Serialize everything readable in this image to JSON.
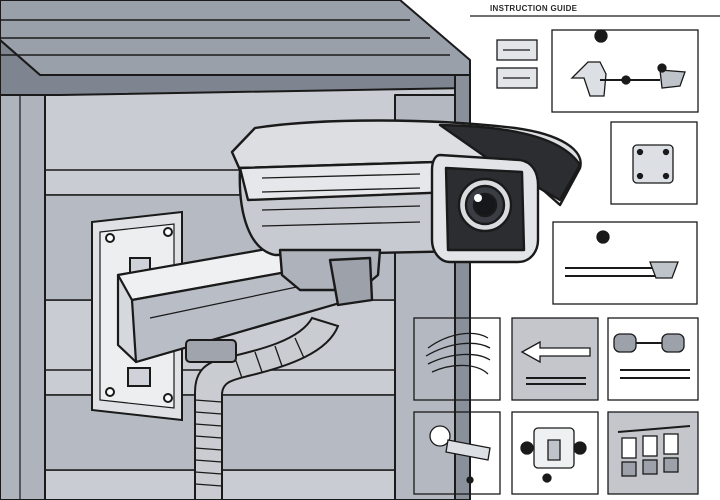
{
  "guide": {
    "title": "INSTRUCTION GUIDE"
  },
  "colors": {
    "outline": "#1a1a1a",
    "wall_light": "#c9ccd3",
    "wall_mid": "#a9aeb8",
    "wall_dark": "#7f8590",
    "panel_shaded": "#c4c6cc",
    "paper": "#ffffff"
  },
  "icons": [
    "security-camera-illustration",
    "wall-mount-bracket",
    "cable-conduit",
    "assembly-step-panels"
  ]
}
